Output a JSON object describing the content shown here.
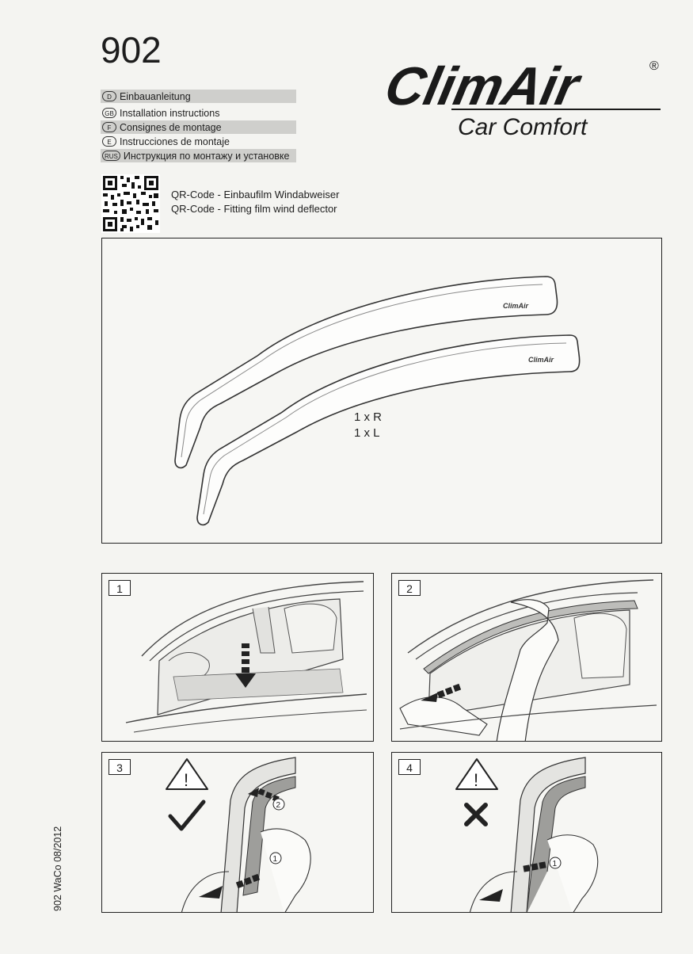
{
  "header": {
    "doc_number": "902",
    "languages": [
      {
        "code": "D",
        "label": "Einbauanleitung"
      },
      {
        "code": "GB",
        "label": "Installation instructions"
      },
      {
        "code": "F",
        "label": "Consignes de montage"
      },
      {
        "code": "E",
        "label": "Instrucciones de montaje"
      },
      {
        "code": "RUS",
        "label": "Инструкция по монтажу и установке"
      }
    ],
    "qr_lines": [
      "QR-Code - Einbaufilm Windabweiser",
      "QR-Code - Fitting film wind deflector"
    ]
  },
  "brand": {
    "name": "ClimAir",
    "tagline": "Car Comfort",
    "registered": "®",
    "deflector_label": "ClimAir"
  },
  "product": {
    "quantity_right": "1 x R",
    "quantity_left": "1 x L"
  },
  "steps": [
    {
      "number": "1"
    },
    {
      "number": "2"
    },
    {
      "number": "3",
      "marker_1": "1",
      "marker_2": "2",
      "warning": "!"
    },
    {
      "number": "4",
      "marker_1": "1",
      "warning": "!"
    }
  ],
  "footer": {
    "side_note": "902 WaCo  08/2012"
  },
  "colors": {
    "ink": "#222222",
    "shade": "#cfcfcc",
    "paper": "#f4f4f1"
  }
}
